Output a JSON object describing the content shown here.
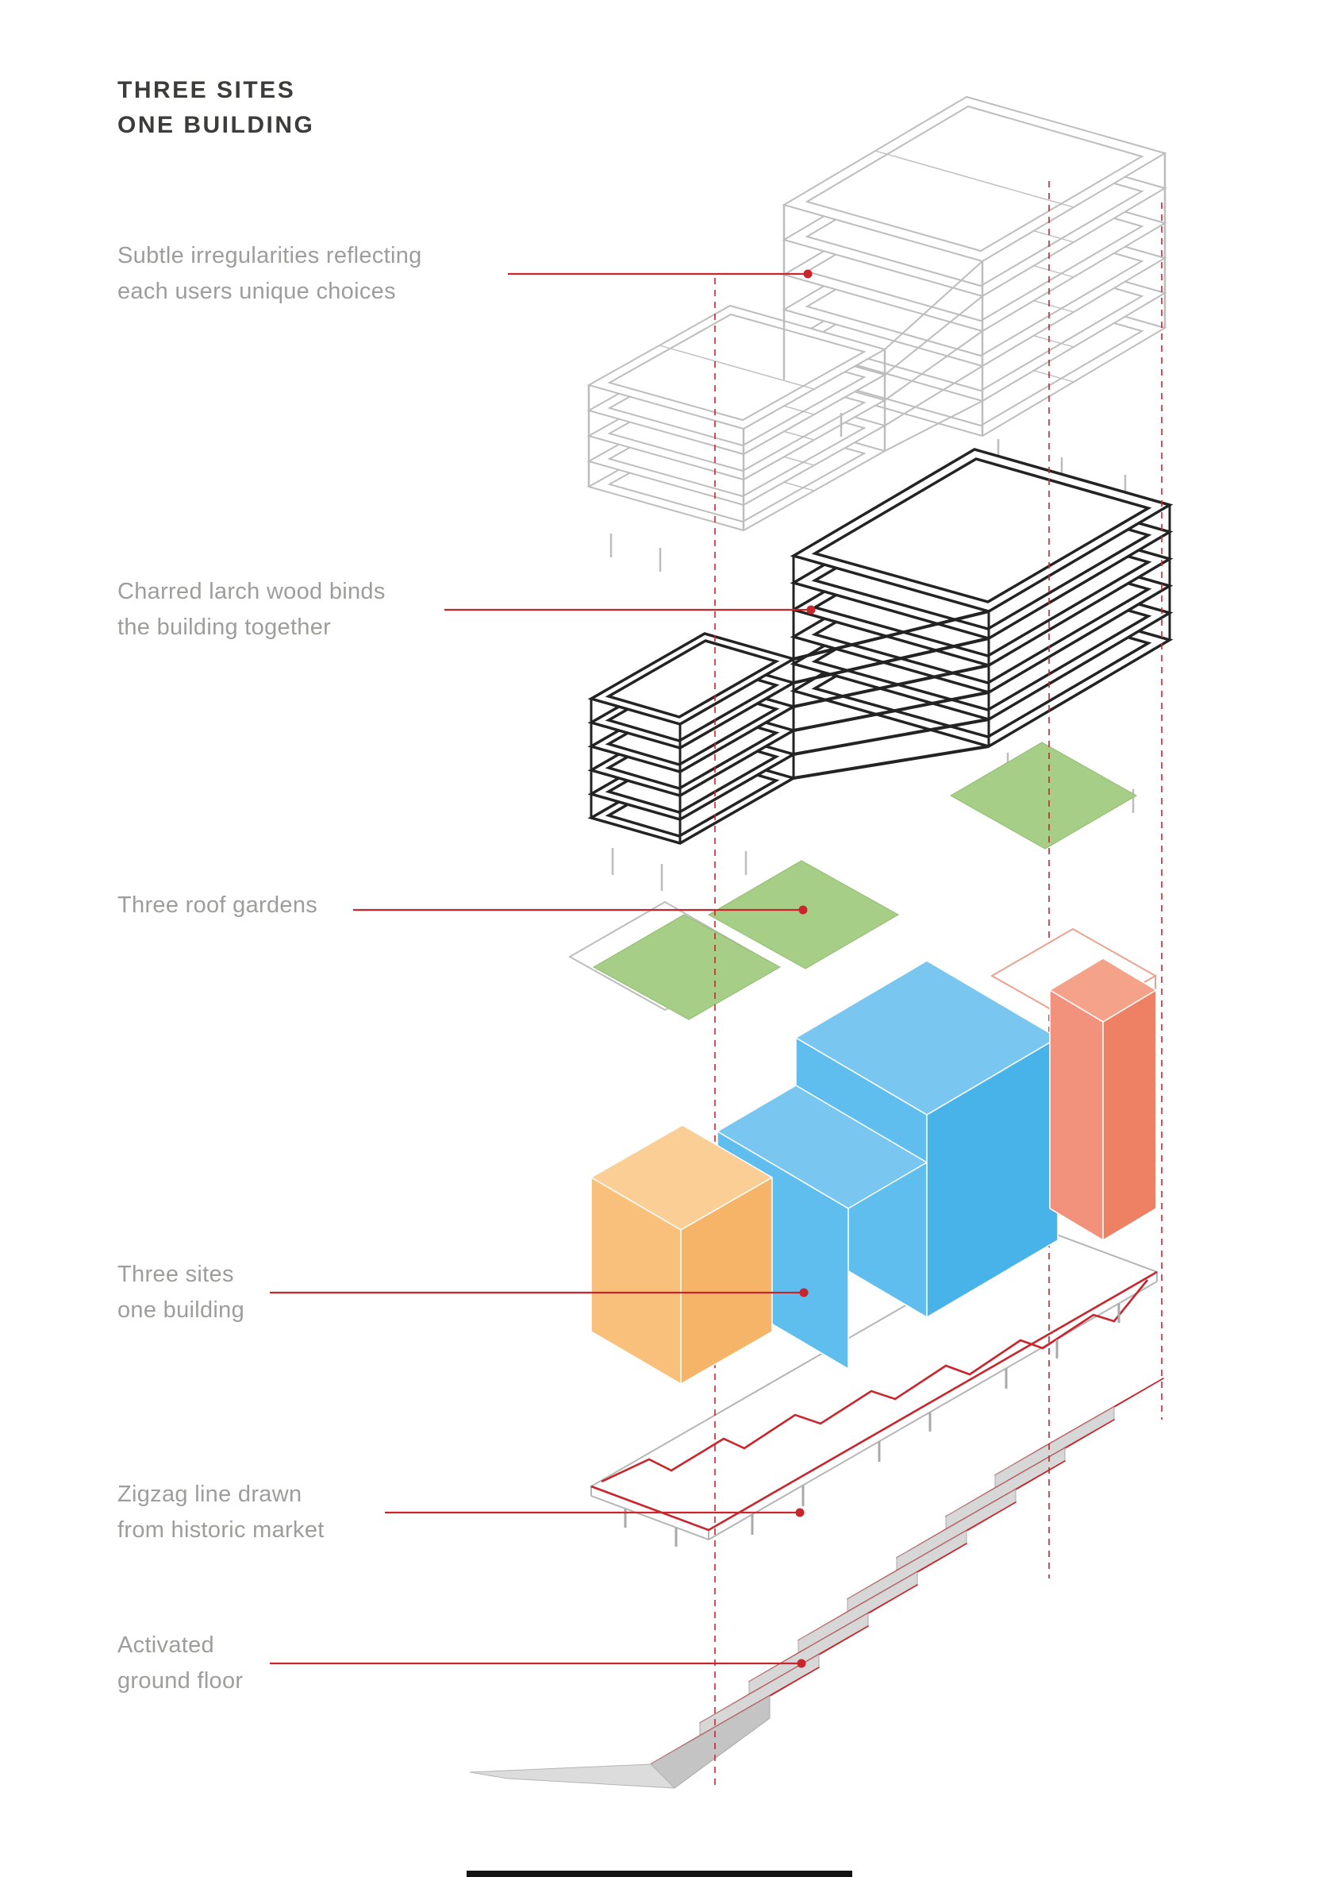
{
  "title": {
    "line1": "THREE SITES",
    "line2": "ONE BUILDING"
  },
  "annotations": [
    {
      "id": "irregularities",
      "lines": [
        "Subtle irregularities reflecting",
        "each users unique choices"
      ]
    },
    {
      "id": "charred-larch",
      "lines": [
        "Charred larch wood binds",
        "the building together"
      ]
    },
    {
      "id": "roof-gardens",
      "lines": [
        "Three roof gardens"
      ]
    },
    {
      "id": "three-sites",
      "lines": [
        "Three sites",
        "one building"
      ]
    },
    {
      "id": "zigzag-line",
      "lines": [
        "Zigzag line drawn",
        "from historic market"
      ]
    },
    {
      "id": "ground-floor",
      "lines": [
        "Activated",
        "ground floor"
      ]
    }
  ],
  "colors": {
    "accent": "#c9252c",
    "title_text": "#3c3c3b",
    "label_text": "#9d9d9c",
    "green": "#a6ce87",
    "blue_top": "#79c7f0",
    "blue_left": "#5fbeee",
    "blue_right": "#48b3e9",
    "orange_top": "#fbce96",
    "orange_left": "#f9c07c",
    "orange_right": "#f6b468",
    "salmon_top": "#f5a28b",
    "salmon_left": "#f2917c",
    "salmon_right": "#ee8063",
    "light_line": "#bdbdbd",
    "dark_line": "#232323"
  }
}
